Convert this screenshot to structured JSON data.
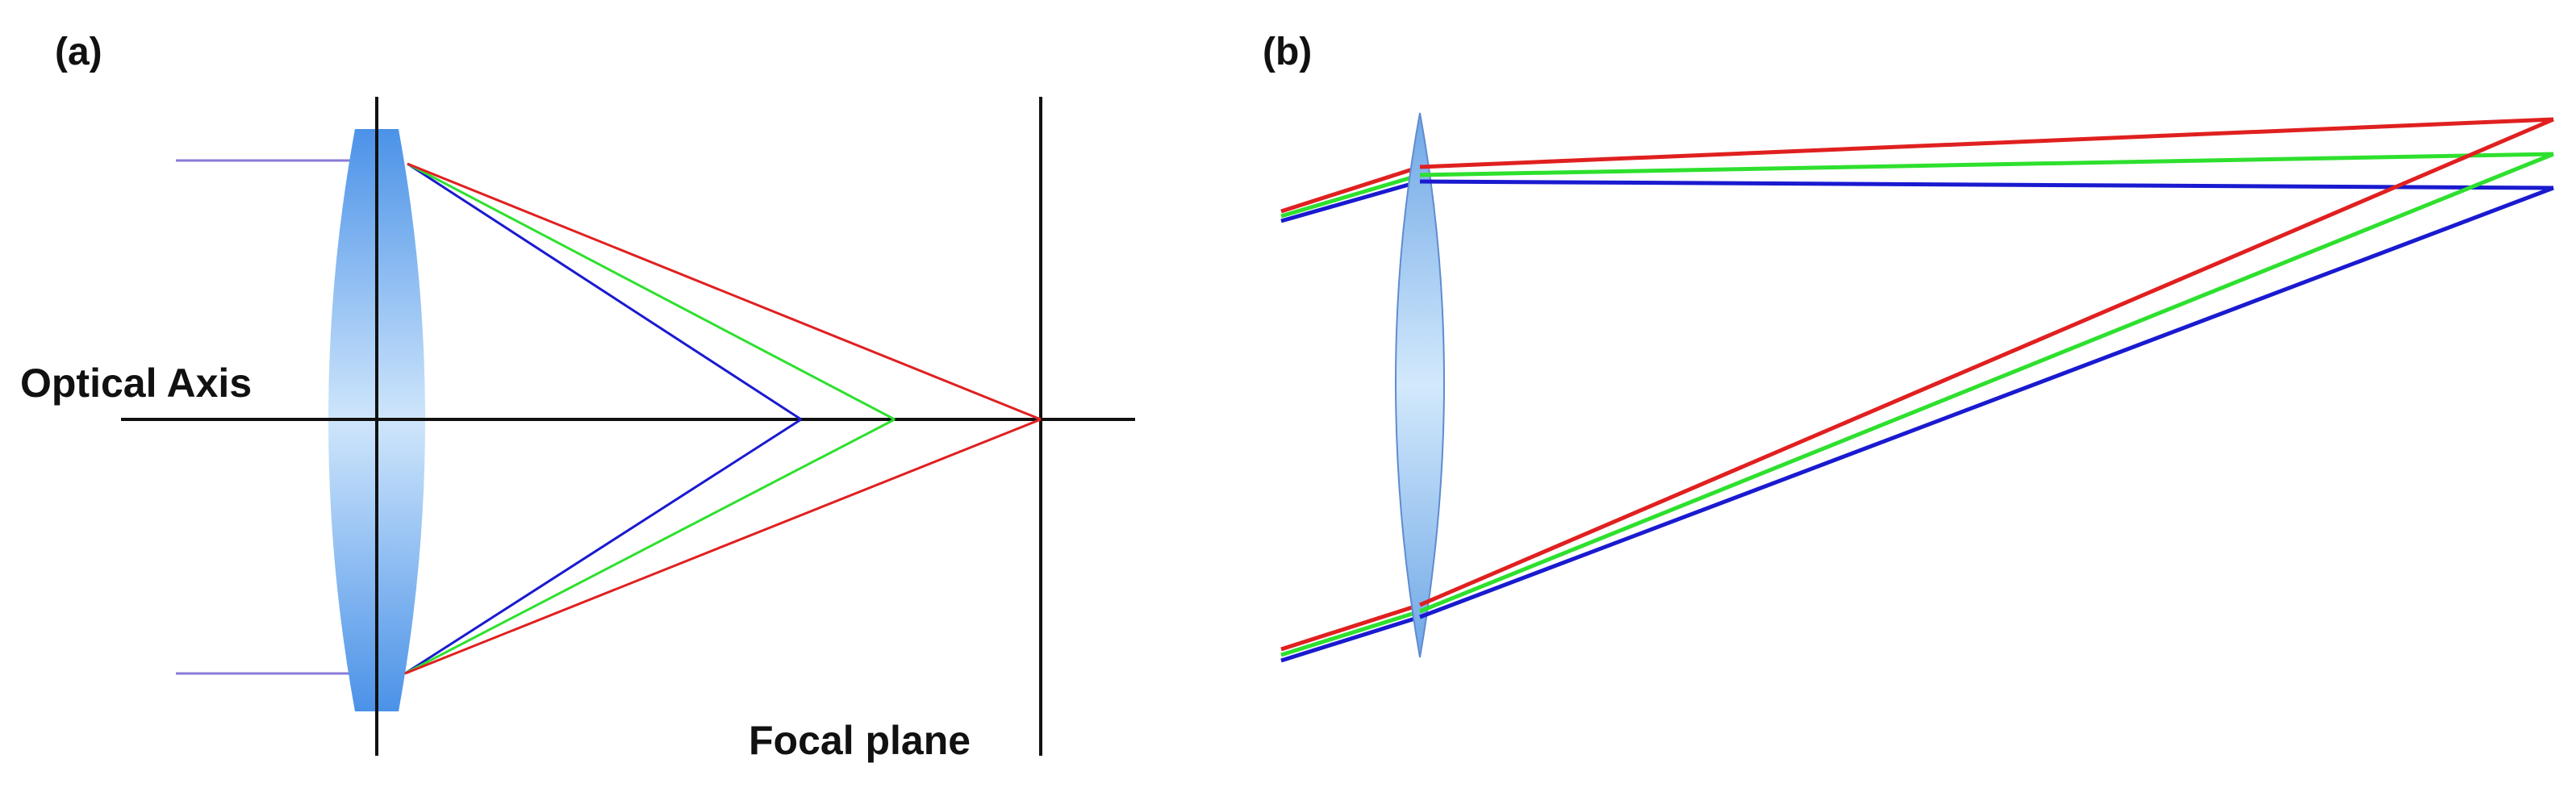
{
  "panels": {
    "a": {
      "label": "(a)",
      "optical_axis_label": "Optical Axis",
      "focal_plane_label": "Focal plane",
      "lens_color_edge": "#4b92e8",
      "lens_color_center": "#cfe6fb",
      "incoming_ray_color": "#8a7ad8"
    },
    "b": {
      "label": "(b)",
      "lens_color_edge": "#6ea7e6",
      "lens_color_center": "#d3e9fc"
    }
  },
  "ray_colors": {
    "red": "#e02020",
    "green": "#2ee02e",
    "blue": "#1a1ad0"
  }
}
